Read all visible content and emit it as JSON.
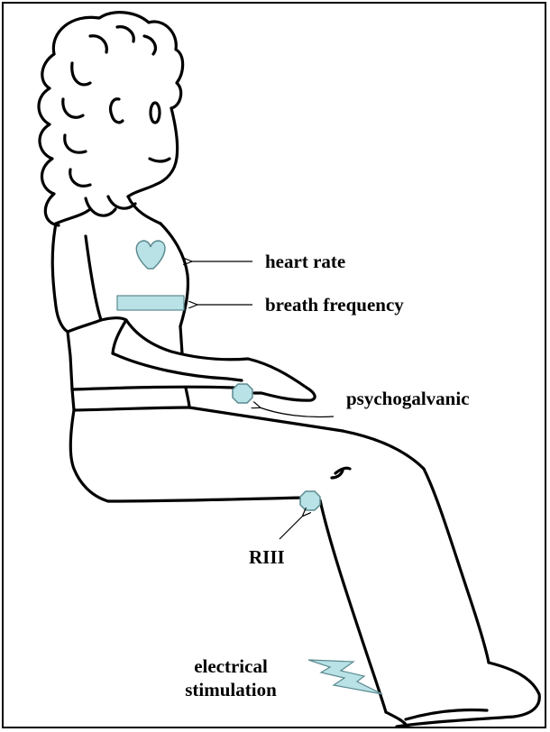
{
  "diagram": {
    "labels": {
      "heart_rate": "heart rate",
      "breath_frequency": "breath frequency",
      "psychogalvanic": "psychogalvanic",
      "riii": "RIII",
      "electrical_line1": "electrical",
      "electrical_line2": "stimulation"
    },
    "colors": {
      "sensor_fill": "#b9e2e6",
      "sensor_stroke": "#5a8a90",
      "outline": "#000000"
    }
  }
}
